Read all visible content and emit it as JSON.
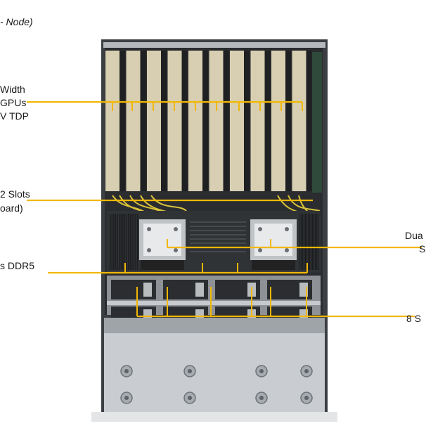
{
  "header": {
    "caption": "- Node)"
  },
  "callouts": {
    "gpus": {
      "line1": "Width",
      "line2": "GPUs",
      "line3": "V TDP"
    },
    "slots": {
      "line1": "2 Slots",
      "line2": "oard)"
    },
    "memory": {
      "line1": "s DDR5"
    },
    "cpu": {
      "line1": "Dua",
      "line2": "S"
    },
    "drives": {
      "line1": "8 S"
    }
  },
  "colors": {
    "callout_line": "#f2b705",
    "chassis": "#5a5e63",
    "gpu": "#d8cfb2",
    "bay": "#cfd3d6"
  },
  "icons": {
    "fan": "fan-icon",
    "screw": "screw-icon",
    "heatsink": "heatsink-icon"
  }
}
